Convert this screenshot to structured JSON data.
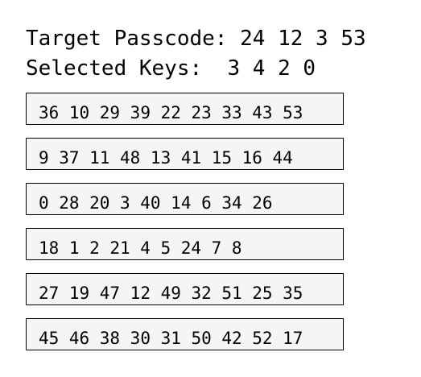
{
  "header": {
    "target_label": "Target Passcode:",
    "target_value": "24 12 3 53",
    "selected_label": "Selected Keys:",
    "selected_value": "3 4 2 0"
  },
  "rows": [
    [
      "36",
      "10",
      "29",
      "39",
      "22",
      "23",
      "33",
      "43",
      "53"
    ],
    [
      "9",
      "37",
      "11",
      "48",
      "13",
      "41",
      "15",
      "16",
      "44"
    ],
    [
      "0",
      "28",
      "20",
      "3",
      "40",
      "14",
      "6",
      "34",
      "26"
    ],
    [
      "18",
      "1",
      "2",
      "21",
      "4",
      "5",
      "24",
      "7",
      "8"
    ],
    [
      "27",
      "19",
      "47",
      "12",
      "49",
      "32",
      "51",
      "25",
      "35"
    ],
    [
      "45",
      "46",
      "38",
      "30",
      "31",
      "50",
      "42",
      "52",
      "17"
    ]
  ]
}
